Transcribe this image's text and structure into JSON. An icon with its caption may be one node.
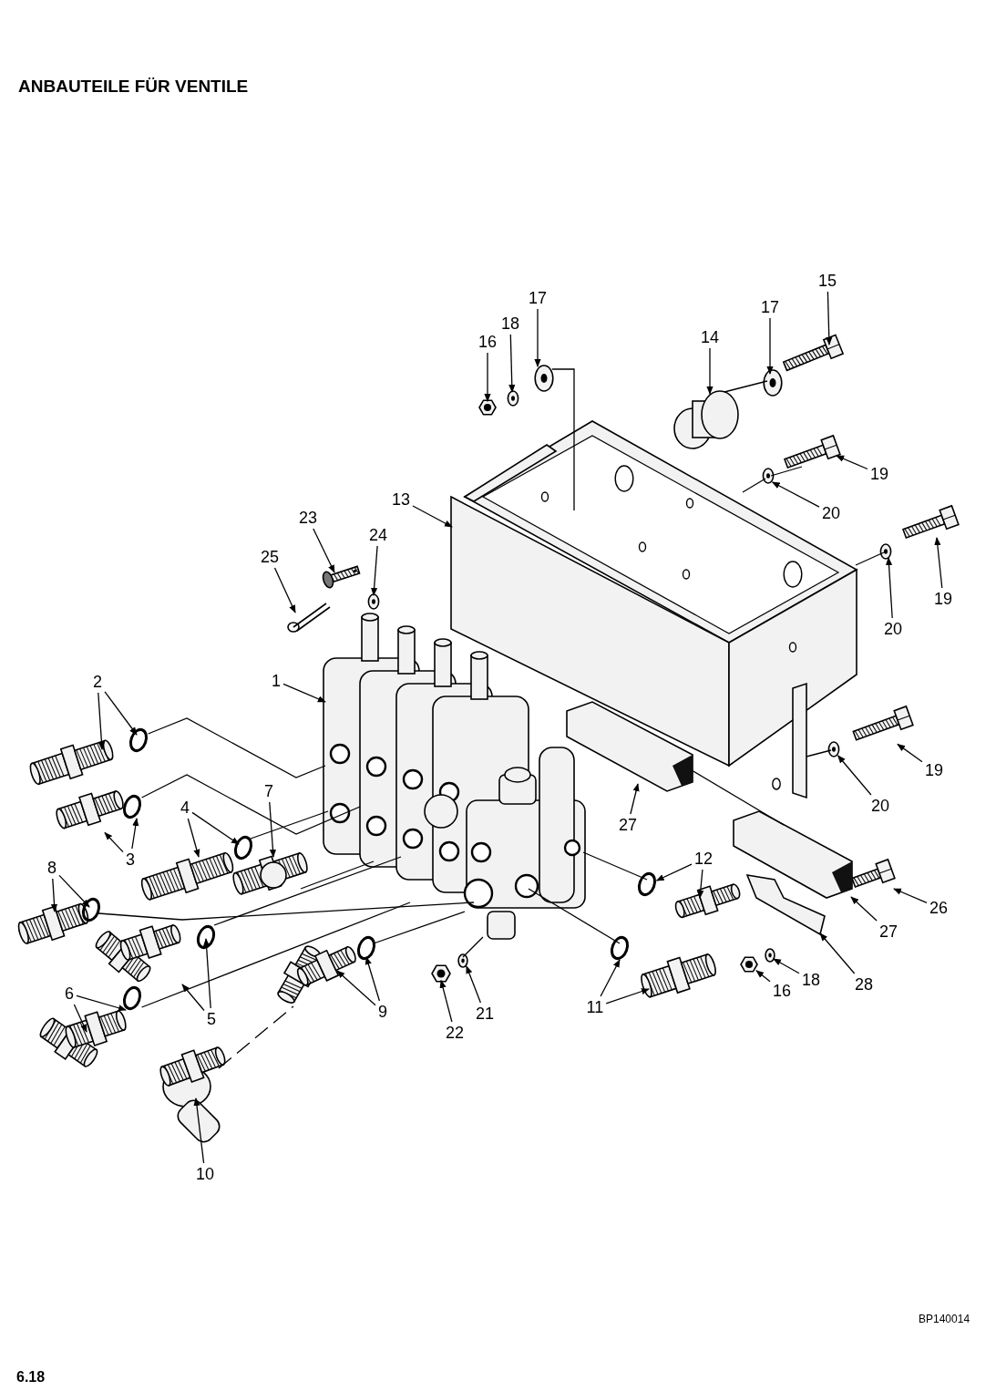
{
  "diagram": {
    "title": "ANBAUTEILE FÜR VENTILE",
    "nodes": [
      {
        "text": [
          "15"
        ]
      },
      {
        "text": [
          "17"
        ]
      },
      {
        "text": [
          "17"
        ]
      },
      {
        "text": [
          "18"
        ]
      },
      {
        "text": [
          "14"
        ]
      },
      {
        "text": [
          "16"
        ]
      },
      {
        "text": [
          "19"
        ]
      },
      {
        "text": [
          "13"
        ]
      },
      {
        "text": [
          "20"
        ]
      },
      {
        "text": [
          "23"
        ]
      },
      {
        "text": [
          "24"
        ]
      },
      {
        "text": [
          "25"
        ]
      },
      {
        "text": [
          "19"
        ]
      },
      {
        "text": [
          "20"
        ]
      },
      {
        "text": [
          "1"
        ]
      },
      {
        "text": [
          "2"
        ]
      },
      {
        "text": [
          "19"
        ]
      },
      {
        "text": [
          "7"
        ]
      },
      {
        "text": [
          "20"
        ]
      },
      {
        "text": [
          "4"
        ]
      },
      {
        "text": [
          "27"
        ]
      },
      {
        "text": [
          "12"
        ]
      },
      {
        "text": [
          "3"
        ]
      },
      {
        "text": [
          "8"
        ]
      },
      {
        "text": [
          "26"
        ]
      },
      {
        "text": [
          "27"
        ]
      },
      {
        "text": [
          "18"
        ]
      },
      {
        "text": [
          "28"
        ]
      },
      {
        "text": [
          "16"
        ]
      },
      {
        "text": [
          "6"
        ]
      },
      {
        "text": [
          "11"
        ]
      },
      {
        "text": [
          "9"
        ]
      },
      {
        "text": [
          "21"
        ]
      },
      {
        "text": [
          "5"
        ]
      },
      {
        "text": [
          "22"
        ]
      },
      {
        "text": [
          "10"
        ]
      },
      {
        "text": [],
        "shape": "picture"
      },
      {
        "text": [],
        "shape": "picture"
      },
      {
        "text": [],
        "shape": "picture"
      },
      {
        "text": [],
        "shape": "picture"
      },
      {
        "text": [],
        "shape": "picture"
      },
      {
        "text": [],
        "shape": "picture"
      },
      {
        "text": [],
        "shape": "picture"
      },
      {
        "text": [],
        "shape": "picture"
      },
      {
        "text": [],
        "shape": "picture"
      },
      {
        "text": [],
        "shape": "picture"
      },
      {
        "text": [],
        "shape": "picture"
      },
      {
        "text": [],
        "shape": "picture"
      },
      {
        "text": [],
        "shape": "picture"
      },
      {
        "text": [],
        "shape": "picture"
      },
      {
        "text": [],
        "shape": "picture"
      },
      {
        "text": [],
        "shape": "picture"
      },
      {
        "text": [],
        "shape": "circle"
      },
      {
        "text": [],
        "shape": "picture"
      },
      {
        "text": [],
        "shape": "picture"
      },
      {
        "text": [],
        "shape": "picture"
      },
      {
        "text": [],
        "shape": "picture"
      },
      {
        "text": [],
        "shape": "circle"
      },
      {
        "text": [],
        "shape": "picture"
      },
      {
        "text": [],
        "shape": "circle"
      },
      {
        "text": [],
        "shape": "picture"
      },
      {
        "text": [],
        "shape": "picture"
      },
      {
        "text": [],
        "shape": "circle"
      },
      {
        "text": [],
        "shape": "picture"
      },
      {
        "text": [],
        "shape": "circle"
      },
      {
        "text": [],
        "shape": "picture"
      },
      {
        "text": [],
        "shape": "picture"
      },
      {
        "text": [],
        "shape": "picture"
      },
      {
        "text": [],
        "shape": "picture"
      },
      {
        "text": [],
        "shape": "picture"
      },
      {
        "text": [],
        "shape": "picture"
      },
      {
        "text": [],
        "shape": "circle"
      },
      {
        "text": [],
        "shape": "circle"
      },
      {
        "text": [],
        "shape": "picture"
      },
      {
        "text": [],
        "shape": "circle"
      },
      {
        "text": [],
        "shape": "picture"
      },
      {
        "text": [],
        "shape": "picture"
      },
      {
        "text": [],
        "shape": "circle"
      },
      {
        "text": [],
        "shape": "picture"
      },
      {
        "text": [],
        "shape": "picture"
      },
      {
        "text": [],
        "shape": "picture"
      }
    ],
    "edges": [
      {
        "from": 0,
        "to": 36,
        "arrow": "to"
      },
      {
        "from": 1,
        "to": 37,
        "arrow": "to"
      },
      {
        "from": 2,
        "to": 38,
        "arrow": "to"
      },
      {
        "from": 3,
        "to": 39,
        "arrow": "to"
      },
      {
        "from": 4,
        "to": 40,
        "arrow": "to"
      },
      {
        "from": 5,
        "to": 41,
        "arrow": "to"
      },
      {
        "from": 6,
        "to": 42,
        "arrow": "to"
      },
      {
        "from": 7,
        "to": 43,
        "arrow": "to"
      },
      {
        "from": 8,
        "to": 44,
        "arrow": "to"
      },
      {
        "from": 9,
        "to": 45,
        "arrow": "to"
      },
      {
        "from": 10,
        "to": 46,
        "arrow": "to"
      },
      {
        "from": 11,
        "to": 47,
        "arrow": "to"
      },
      {
        "from": 12,
        "to": 48,
        "arrow": "to"
      },
      {
        "from": 13,
        "to": 49,
        "arrow": "to"
      },
      {
        "from": 14,
        "to": 50,
        "arrow": "to"
      },
      {
        "from": 15,
        "to": 51,
        "arrow": "to"
      },
      {
        "from": 15,
        "to": 52,
        "arrow": "to"
      },
      {
        "from": 16,
        "to": 53,
        "arrow": "to"
      },
      {
        "from": 17,
        "to": 54,
        "arrow": "to"
      },
      {
        "from": 18,
        "to": 55,
        "arrow": "to"
      },
      {
        "from": 19,
        "to": 56,
        "arrow": "to"
      },
      {
        "from": 19,
        "to": 57,
        "arrow": "to"
      },
      {
        "from": 20,
        "to": 58,
        "arrow": "to"
      },
      {
        "from": 21,
        "to": 59,
        "arrow": "to"
      },
      {
        "from": 21,
        "to": 60,
        "arrow": "to"
      },
      {
        "from": 22,
        "to": 61,
        "arrow": "to"
      },
      {
        "from": 22,
        "to": 62,
        "arrow": "to"
      },
      {
        "from": 23,
        "to": 63,
        "arrow": "to"
      },
      {
        "from": 23,
        "to": 64,
        "arrow": "to"
      },
      {
        "from": 24,
        "to": 65,
        "arrow": "to"
      },
      {
        "from": 25,
        "to": 66,
        "arrow": "to"
      },
      {
        "from": 26,
        "to": 67,
        "arrow": "to"
      },
      {
        "from": 27,
        "to": 68,
        "arrow": "to"
      },
      {
        "from": 28,
        "to": 69,
        "arrow": "to"
      },
      {
        "from": 29,
        "to": 70,
        "arrow": "to"
      },
      {
        "from": 29,
        "to": 71,
        "arrow": "to"
      },
      {
        "from": 30,
        "to": 72,
        "arrow": "to"
      },
      {
        "from": 30,
        "to": 73,
        "arrow": "to"
      },
      {
        "from": 31,
        "to": 74,
        "arrow": "to"
      },
      {
        "from": 31,
        "to": 75,
        "arrow": "to"
      },
      {
        "from": 32,
        "to": 76,
        "arrow": "to"
      },
      {
        "from": 33,
        "to": 77,
        "arrow": "to"
      },
      {
        "from": 33,
        "to": 78,
        "arrow": "to"
      },
      {
        "from": 34,
        "to": 79,
        "arrow": "to"
      },
      {
        "from": 35,
        "to": 80,
        "arrow": "to"
      },
      {
        "from": 52,
        "to": 50,
        "arrow": "none"
      },
      {
        "from": 62,
        "to": 50,
        "arrow": "none"
      },
      {
        "from": 57,
        "to": 50,
        "arrow": "none"
      },
      {
        "from": 54,
        "to": 50,
        "arrow": "none"
      },
      {
        "from": 64,
        "to": 50,
        "arrow": "none"
      },
      {
        "from": 77,
        "to": 50,
        "arrow": "none"
      },
      {
        "from": 71,
        "to": 50,
        "arrow": "none"
      },
      {
        "from": 74,
        "to": 50,
        "arrow": "none"
      },
      {
        "from": 76,
        "to": 50,
        "arrow": "none"
      },
      {
        "from": 50,
        "to": 59,
        "arrow": "none"
      },
      {
        "from": 50,
        "to": 72,
        "arrow": "none"
      },
      {
        "from": 37,
        "to": 43,
        "arrow": "none"
      },
      {
        "from": 40,
        "to": 38,
        "arrow": "none"
      },
      {
        "from": 43,
        "to": 44,
        "arrow": "none"
      },
      {
        "from": 44,
        "to": 42,
        "arrow": "none"
      },
      {
        "from": 58,
        "to": 66,
        "arrow": "none"
      },
      {
        "from": 43,
        "to": 49,
        "arrow": "none"
      },
      {
        "from": 43,
        "to": 55,
        "arrow": "none"
      },
      {
        "from": 80,
        "to": 75,
        "arrow": "none",
        "style": "dashed"
      }
    ],
    "labels": [
      "BP140014",
      "6.18"
    ]
  }
}
